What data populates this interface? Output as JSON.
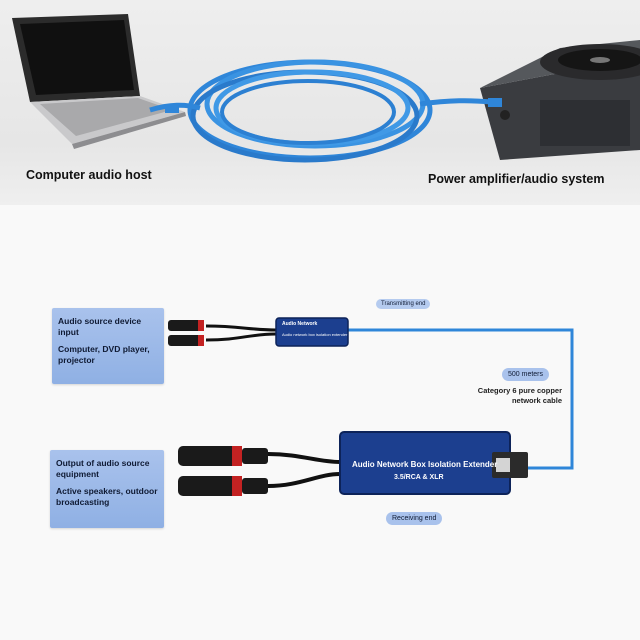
{
  "top": {
    "left_caption": "Computer audio host",
    "right_caption": "Power amplifier/audio system"
  },
  "source_panel": {
    "title": "Audio source device input",
    "detail": "Computer, DVD player, projector"
  },
  "output_panel": {
    "title": "Output of audio source equipment",
    "detail": "Active speakers, outdoor broadcasting"
  },
  "transmitter": {
    "tag": "Transmitting end",
    "label_line1": "Audio Network",
    "label_line2": "Audio network box isolation extender"
  },
  "receiver": {
    "tag": "Receiving end",
    "label_line1": "Audio Network Box Isolation Extender",
    "label_line2": "3.5/RCA & XLR"
  },
  "distance": {
    "tag": "500 meters",
    "note": "Category 6 pure copper network cable"
  },
  "colors": {
    "cable_blue": "#2f86d9",
    "box_blue": "#1c3f8f",
    "panel_blue": "#9db8e8"
  }
}
